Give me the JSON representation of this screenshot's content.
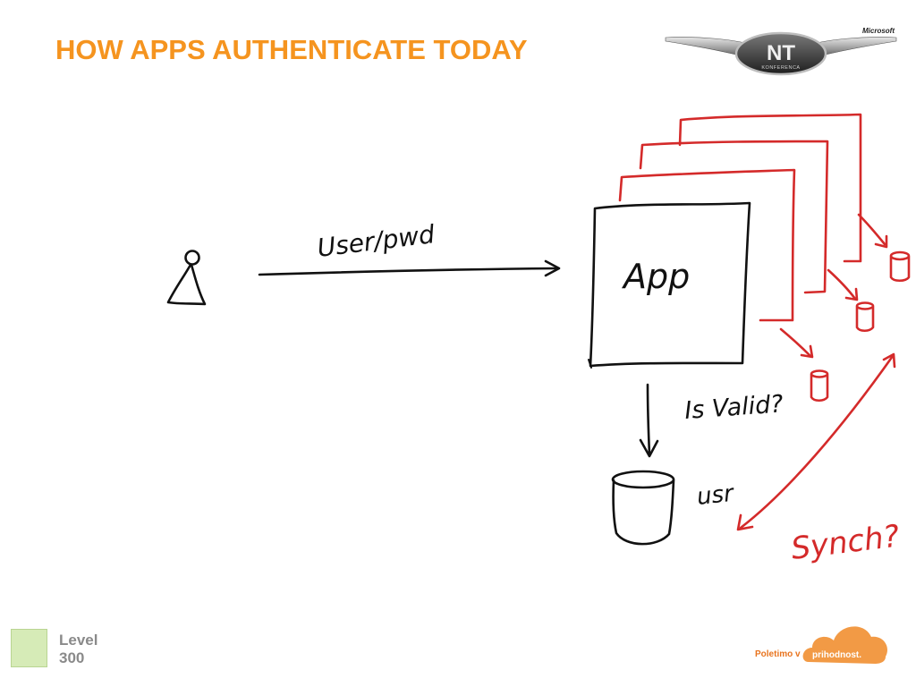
{
  "slide": {
    "title": "HOW APPS AUTHENTICATE TODAY"
  },
  "diagram": {
    "arrow_label": "User/pwd",
    "app_label": "App",
    "validate_label": "Is Valid?",
    "store_label": "usr",
    "synch_label": "Synch?"
  },
  "footer": {
    "level_word": "Level",
    "level_number": "300"
  },
  "branding": {
    "nt_logo_text": "NT",
    "nt_sub_text": "KONFERENCA",
    "microsoft_text": "Microsoft",
    "tagline_prefix": "Poletimo v",
    "tagline_word": "prihodnost."
  },
  "colors": {
    "title": "#f5941f",
    "ink": "#111111",
    "red_ink": "#d42a2a",
    "cloud": "#f29a45",
    "level_box": "#d6ebb7"
  }
}
